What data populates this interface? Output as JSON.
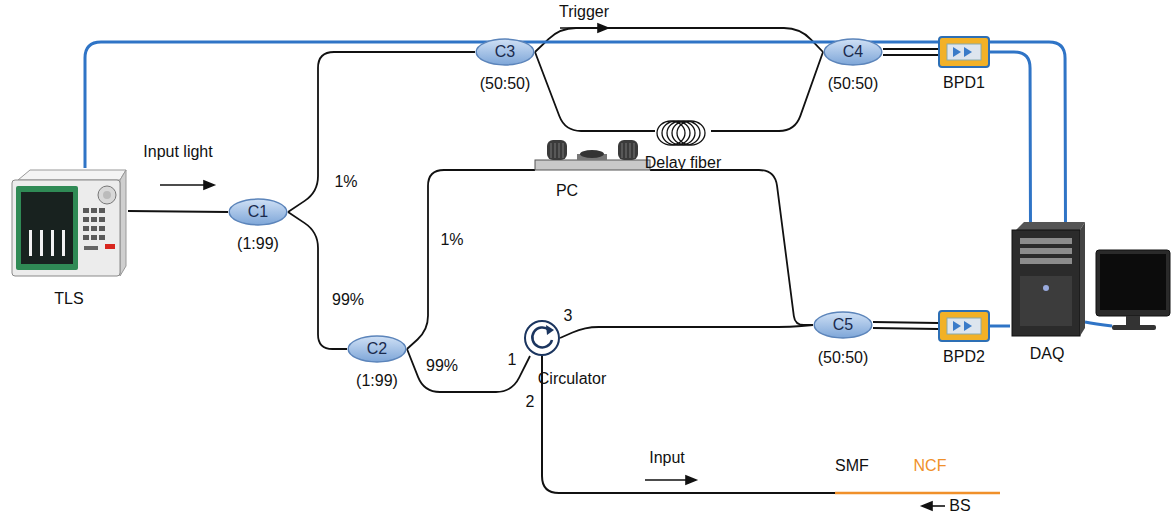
{
  "diagram": {
    "nodes": [
      {
        "text": [
          "TLS"
        ]
      },
      {
        "text": [
          "C1",
          "(1:99)"
        ]
      },
      {
        "text": [
          "C3",
          "(50:50)"
        ]
      },
      {
        "text": [
          "Delay fiber"
        ]
      },
      {
        "text": [
          "C4",
          "(50:50)"
        ]
      },
      {
        "text": [
          "BPD1"
        ]
      },
      {
        "text": [
          "DAQ"
        ]
      },
      {
        "text": [
          "PC"
        ]
      },
      {
        "text": [
          "C2",
          "(1:99)"
        ]
      },
      {
        "text": [
          "Circulator"
        ]
      },
      {
        "text": [
          "C5",
          "(50:50)"
        ]
      },
      {
        "text": [
          "BPD2"
        ]
      }
    ],
    "edges": [
      {
        "from": 0,
        "to": 1,
        "arrow": "none",
        "label": "Input light"
      },
      {
        "from": 1,
        "to": 2,
        "arrow": "none",
        "label": "1%"
      },
      {
        "from": 1,
        "to": 8,
        "arrow": "none",
        "label": "99%"
      },
      {
        "from": 2,
        "to": 4,
        "arrow": "none"
      },
      {
        "from": 2,
        "to": 3,
        "arrow": "none"
      },
      {
        "from": 3,
        "to": 4,
        "arrow": "none"
      },
      {
        "from": 4,
        "to": 5,
        "arrow": "none"
      },
      {
        "from": 5,
        "to": 6,
        "arrow": "none"
      },
      {
        "from": 0,
        "to": 6,
        "arrow": "none",
        "label": "Trigger"
      },
      {
        "from": 8,
        "to": 7,
        "arrow": "none",
        "label": "1%"
      },
      {
        "from": 7,
        "to": 10,
        "arrow": "none"
      },
      {
        "from": 8,
        "to": 9,
        "arrow": "none",
        "label": "99%"
      },
      {
        "from": 9,
        "to": 10,
        "arrow": "none"
      },
      {
        "from": 10,
        "to": 11,
        "arrow": "none"
      },
      {
        "from": 11,
        "to": 6,
        "arrow": "none"
      }
    ],
    "labels": [
      "1",
      "2",
      "3",
      "Input",
      "SMF",
      "NCF",
      "BS"
    ]
  }
}
